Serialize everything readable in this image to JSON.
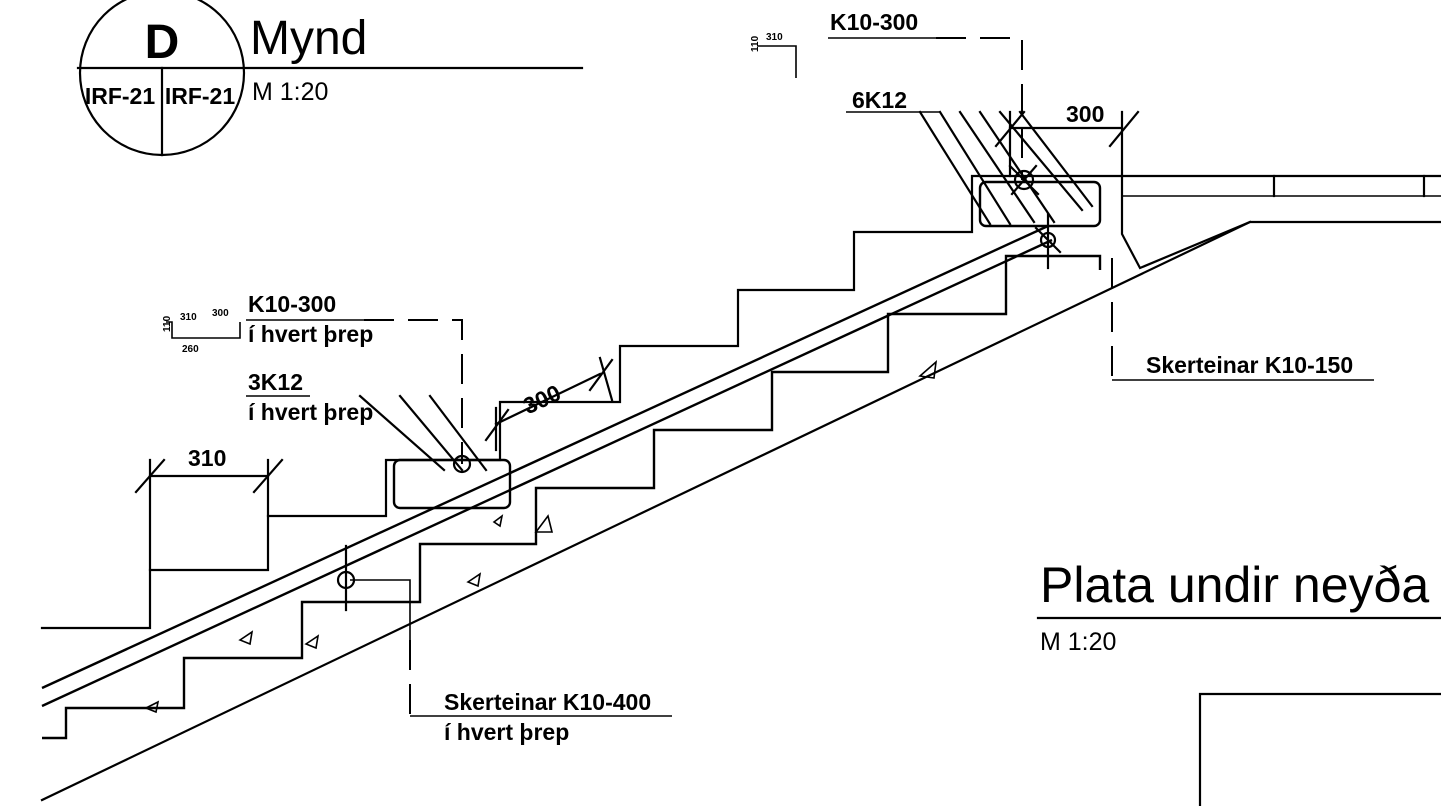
{
  "detail": {
    "letter": "D",
    "ref_left": "IRF-21",
    "ref_right": "IRF-21",
    "title": "Mynd",
    "scale": "M 1:20"
  },
  "plan": {
    "title": "Plata undir neyða",
    "scale": "M 1:20"
  },
  "labels": {
    "k10_300_top": "K10-300",
    "k10_300_top_shape_h": "110",
    "k10_300_top_shape_w": "310",
    "k12_top": "6K12",
    "dim_300_top": "300",
    "skerteinar_150": "Skerteinar K10-150",
    "k10_300_left": "K10-300",
    "k10_300_left_sub": "í hvert þrep",
    "left_shape_h": "110",
    "left_shape_w1": "310",
    "left_shape_w2": "300",
    "left_shape_w3": "260",
    "k12_left": "3K12",
    "k12_left_sub": "í hvert þrep",
    "dim_300_mid": "300",
    "dim_310": "310",
    "skerteinar_400": "Skerteinar K10-400",
    "skerteinar_400_sub": "í hvert þrep"
  }
}
